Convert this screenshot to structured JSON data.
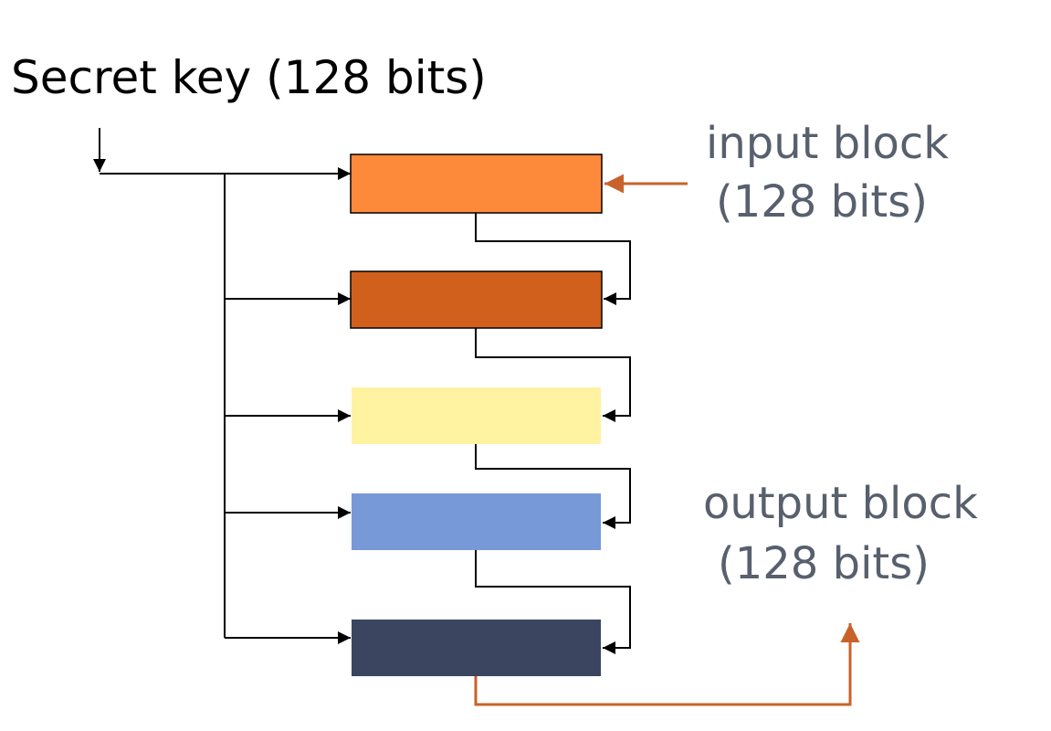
{
  "key_label": "Secret key (128 bits)",
  "input_label": {
    "line1": "input block",
    "line2": "(128 bits)"
  },
  "output_label": {
    "line1": "output block",
    "line2": "(128 bits)"
  },
  "colors": {
    "line": "#000000",
    "accent_arrow": "#c8622a",
    "side_text": "#58606e",
    "rounds": [
      "#fd8a3a",
      "#d0601c",
      "#fff2a0",
      "#7799d8",
      "#3c4560"
    ]
  }
}
